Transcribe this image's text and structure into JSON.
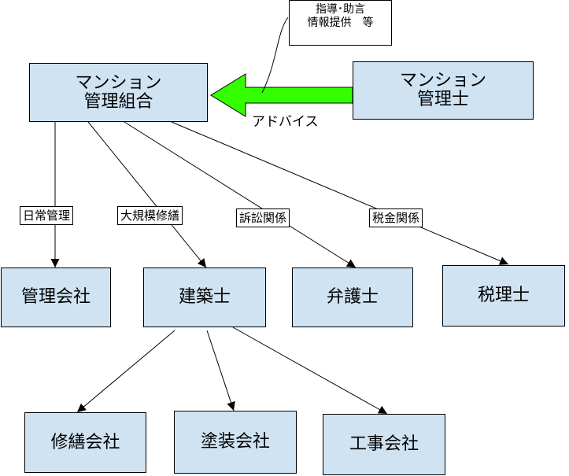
{
  "colors": {
    "box_fill": "#cfe3f3",
    "arrow_green": "#33ff00"
  },
  "nodes": {
    "kumiai": {
      "line1": "マンション",
      "line2": "管理組合"
    },
    "kanrishi": {
      "line1": "マンション",
      "line2": "管理士"
    },
    "kanri_kaisha": "管理会社",
    "kenchikushi": "建築士",
    "bengoshi": "弁護士",
    "zeirishi": "税理士",
    "shuzen_kaisha": "修繕会社",
    "tosou_kaisha": "塗装会社",
    "kouji_kaisha": "工事会社"
  },
  "edge_labels": {
    "nichijou": "日常管理",
    "daikibo": "大規模修繕",
    "soshou": "訴訟関係",
    "zeikin": "税金関係"
  },
  "advice": {
    "arrow_label": "アドバイス",
    "note_line1": "指導･助言",
    "note_line2": "情報提供　等"
  }
}
